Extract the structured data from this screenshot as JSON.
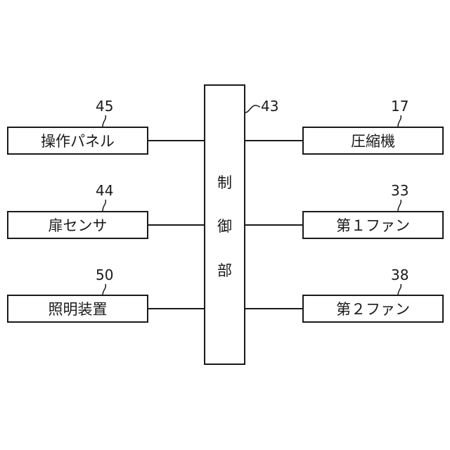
{
  "controller": {
    "label_chars": [
      "制",
      "御",
      "部"
    ],
    "ref": "43"
  },
  "left_blocks": [
    {
      "label": "操作パネル",
      "ref": "45"
    },
    {
      "label": "扉センサ",
      "ref": "44"
    },
    {
      "label": "照明装置",
      "ref": "50"
    }
  ],
  "right_blocks": [
    {
      "label": "圧縮機",
      "ref": "17"
    },
    {
      "label": "第１ファン",
      "ref": "33"
    },
    {
      "label": "第２ファン",
      "ref": "38"
    }
  ]
}
